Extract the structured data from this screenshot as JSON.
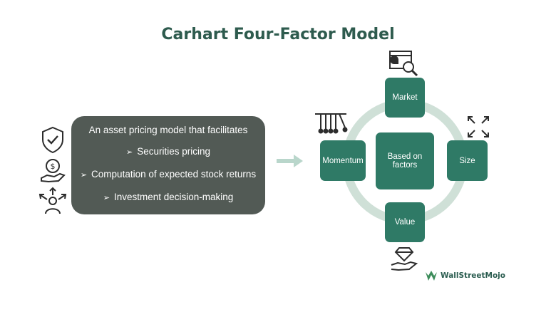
{
  "title": "Carhart Four-Factor Model",
  "panel": {
    "heading": "An asset pricing model that facilitates",
    "bullets": [
      "Securities pricing",
      "Computation of expected stock returns",
      "Investment decision-making"
    ]
  },
  "factors": {
    "center": "Based on factors",
    "top": "Market",
    "right": "Size",
    "bottom": "Value",
    "left": "Momentum"
  },
  "icons": {
    "left_1": "shield-check-icon",
    "left_2": "money-hand-icon",
    "left_3": "decision-person-icon",
    "market": "chart-magnifier-icon",
    "size": "expand-arrows-icon",
    "value": "diamond-hand-icon",
    "momentum": "newtons-cradle-icon"
  },
  "brand": {
    "name": "WallStreetMojo"
  },
  "colors": {
    "title": "#2e5b4e",
    "panel": "#525a55",
    "box": "#2f7a66",
    "ring": "#cfe0d7",
    "arrow": "#b9d6cb"
  }
}
